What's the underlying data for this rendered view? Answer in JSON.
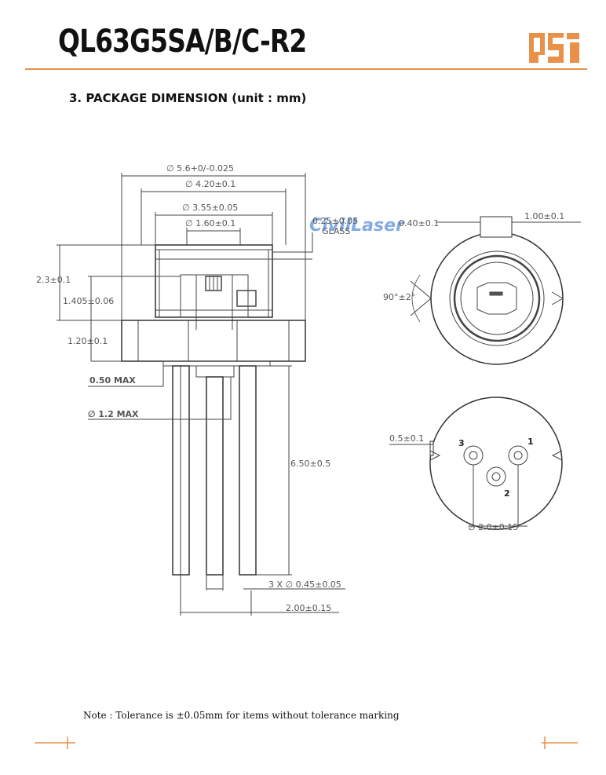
{
  "header": {
    "title": "QL63G5SA/B/C-R2",
    "logo_text": "QSI",
    "accent_color": "#e8914a",
    "watermark": "CivilLaser"
  },
  "section": {
    "title": "3. PACKAGE DIMENSION (unit : mm)"
  },
  "side_view": {
    "dim_outer_dia": "∅ 5.6+0/-0.025",
    "dim_cap_dia": "∅ 4.20±0.1",
    "dim_window_dia": "∅ 3.55±0.05",
    "dim_inner_dia": "∅ 1.60±0.1",
    "dim_glass": "0.25±0.05",
    "label_glass": "GLASS",
    "dim_cap_height": "2.3±0.1",
    "dim_emit_height": "1.405±0.06",
    "dim_flange": "1.20±0.1",
    "dim_stem": "0.50 MAX",
    "dim_base_dia": "∅ 1.2 MAX",
    "dim_lead_len": "6.50±0.5",
    "dim_lead_dia": "3 X ∅ 0.45±0.05",
    "dim_lead_pitch": "2.00±0.15"
  },
  "top_view": {
    "dim_slot": "0.40±0.1",
    "dim_key": "1.00±0.1",
    "dim_angle": "90°±2°"
  },
  "bottom_view": {
    "dim_notch": "0.5±0.1",
    "pin_1": "1",
    "pin_2": "2",
    "pin_3": "3",
    "dim_pin_circle": "∅ 2.0±0.15"
  },
  "note": "Note : Tolerance is ±0.05mm for items without tolerance marking"
}
